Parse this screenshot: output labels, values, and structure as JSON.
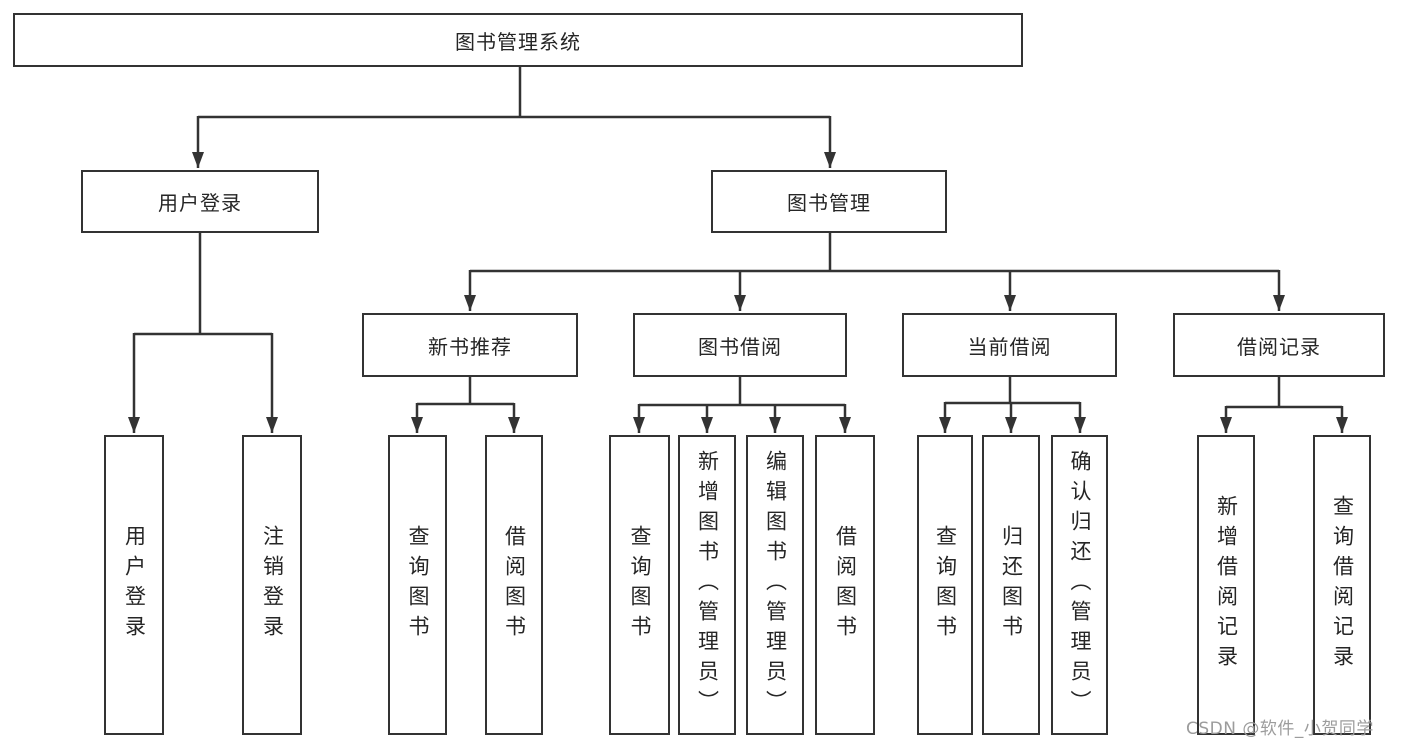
{
  "diagram": {
    "root": {
      "label": "图书管理系统"
    },
    "level2": [
      {
        "label": "用户登录"
      },
      {
        "label": "图书管理"
      }
    ],
    "level3": [
      {
        "label": "新书推荐"
      },
      {
        "label": "图书借阅"
      },
      {
        "label": "当前借阅"
      },
      {
        "label": "借阅记录"
      }
    ],
    "leaves": {
      "user_login": [
        "用户登录",
        "注销登录"
      ],
      "new_book_recommend": [
        "查询图书",
        "借阅图书"
      ],
      "book_borrow": [
        "查询图书",
        "新增图书（管理员）",
        "编辑图书（管理员）",
        "借阅图书"
      ],
      "current_borrow": [
        "查询图书",
        "归还图书",
        "确认归还（管理员）"
      ],
      "borrow_records": [
        "新增借阅记录",
        "查询借阅记录"
      ]
    }
  },
  "watermark": {
    "text": "CSDN @软件_小贺同学"
  },
  "colors": {
    "line": "#333333",
    "text": "#262626",
    "watermark_text": "#9c9c9c",
    "background": "#ffffff"
  }
}
